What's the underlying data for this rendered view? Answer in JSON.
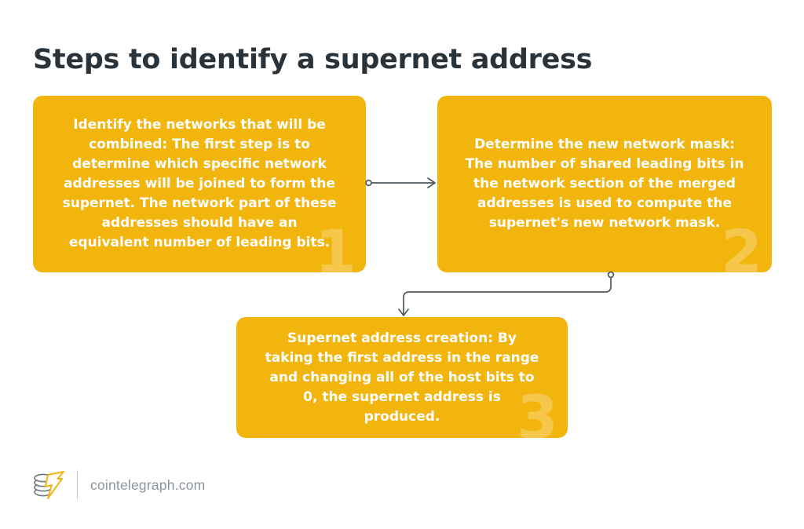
{
  "title": "Steps to identify a supernet address",
  "colors": {
    "page_bg": "#ffffff",
    "title": "#2B333A",
    "box_bg": "#F2B50E",
    "box_text": "#ffffff",
    "watermark": "rgba(255,255,255,0.25)",
    "arrow": "#4E5961",
    "logo_text": "#8D959C",
    "logo_bolt": "#F0B41A",
    "logo_coins": "#6E7880"
  },
  "steps": [
    {
      "number": "1",
      "text": "Identify the networks that will be combined: The first step is to determine which specific network addresses will be joined to form the supernet. The network part of these addresses should have an equivalent number of leading bits."
    },
    {
      "number": "2",
      "text": "Determine the new network mask: The number of shared leading bits in the network section of the merged addresses is used to compute the supernet's new network mask."
    },
    {
      "number": "3",
      "text": "Supernet address creation: By taking the first address in the range and changing all of the host bits to 0, the supernet address is produced."
    }
  ],
  "footer": {
    "brand": "cointelegraph.com"
  }
}
